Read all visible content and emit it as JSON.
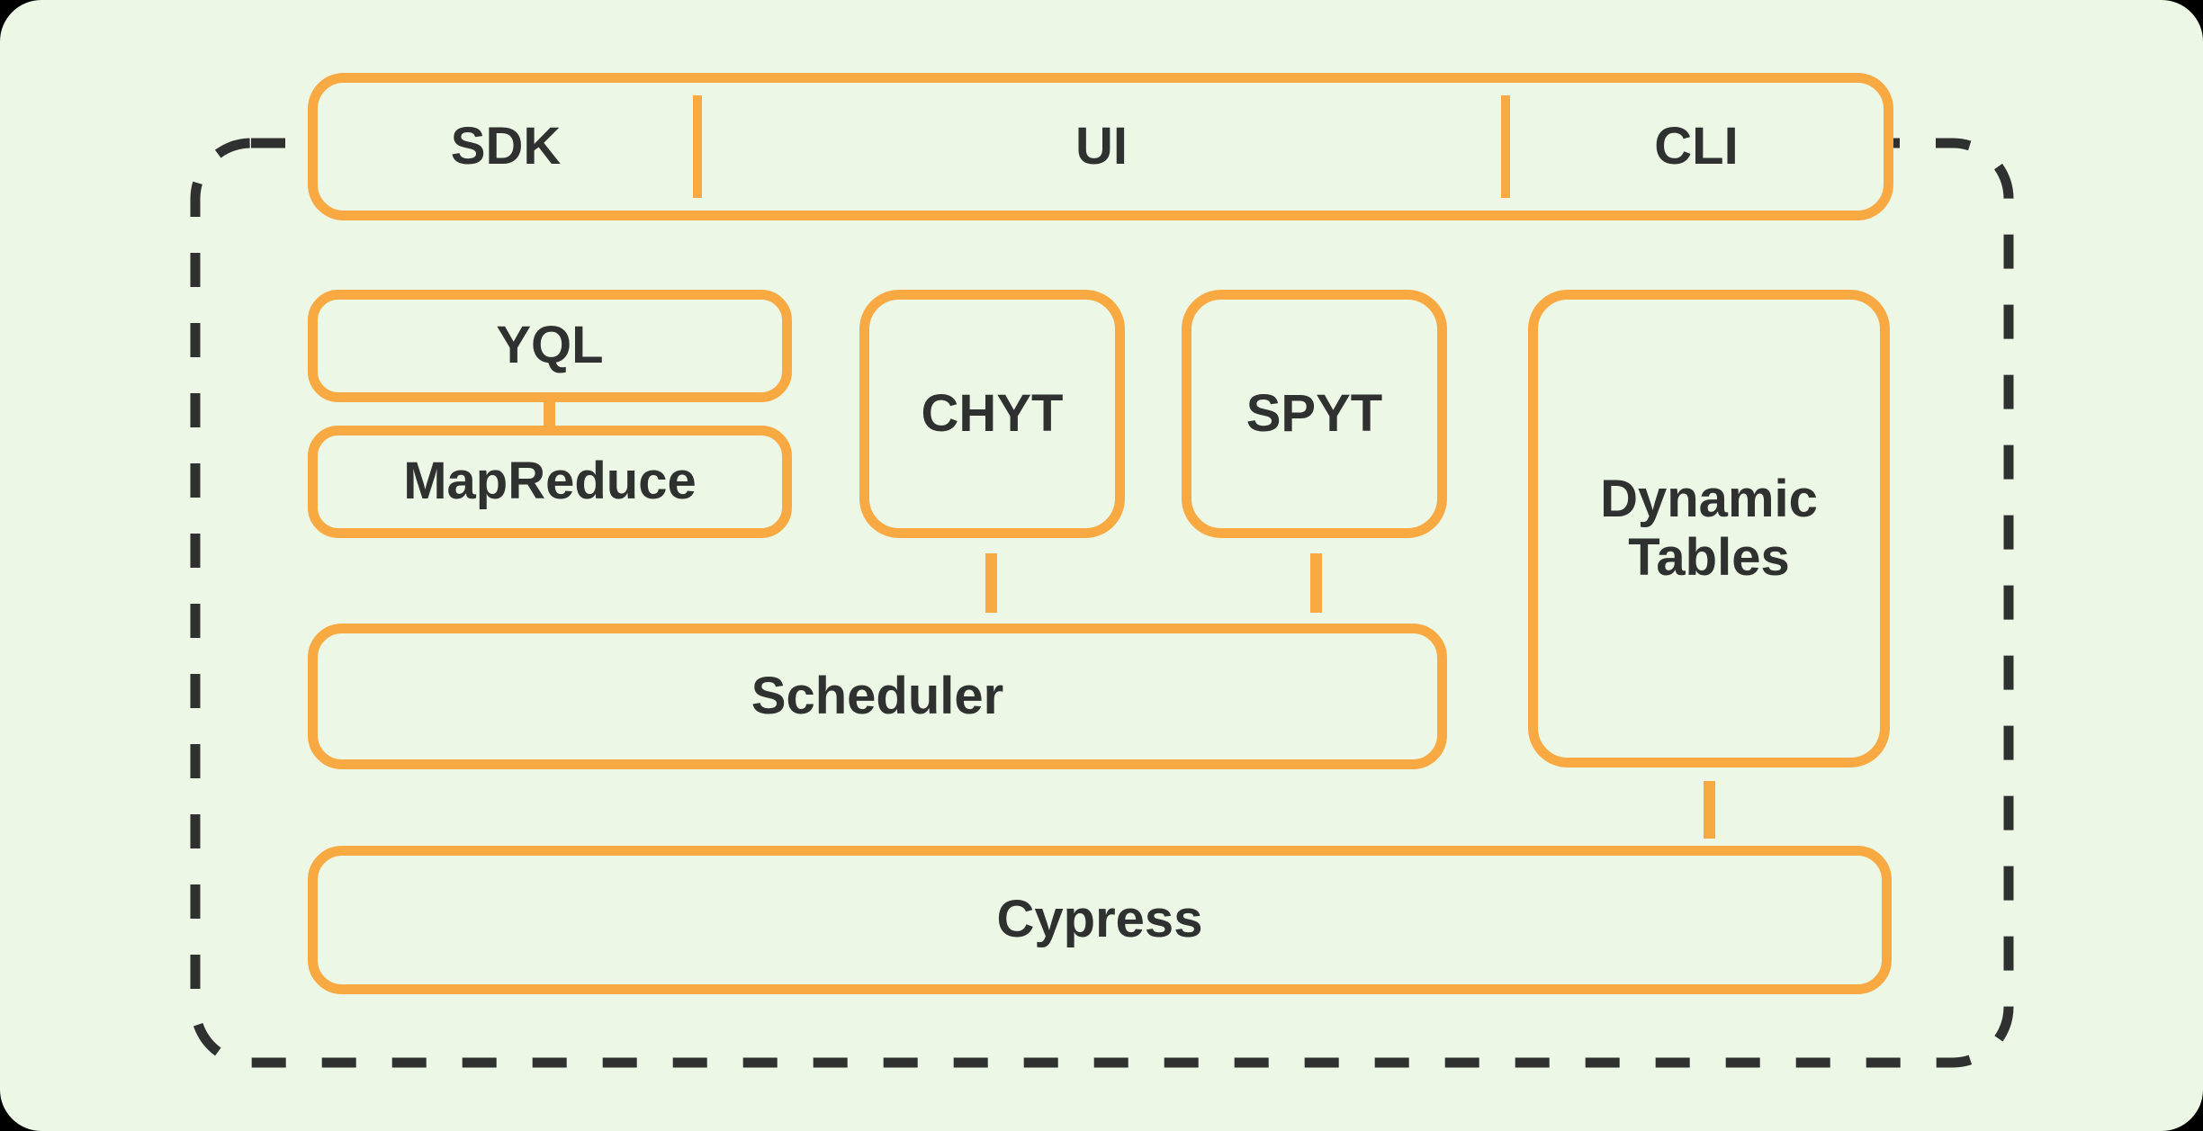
{
  "colors": {
    "page_behind": "#000000",
    "background": "#ECF7E5",
    "accent_orange": "#F9A941",
    "ink_dark": "#2F3130"
  },
  "top_bar": {
    "items": [
      {
        "label": "SDK"
      },
      {
        "label": "UI"
      },
      {
        "label": "CLI"
      }
    ]
  },
  "boxes": {
    "yql": {
      "label": "YQL"
    },
    "mapreduce": {
      "label": "MapReduce"
    },
    "chyt": {
      "label": "CHYT"
    },
    "spyt": {
      "label": "SPYT"
    },
    "dynamic_tables": {
      "label": "Dynamic Tables"
    },
    "scheduler": {
      "label": "Scheduler"
    },
    "cypress": {
      "label": "Cypress"
    }
  }
}
